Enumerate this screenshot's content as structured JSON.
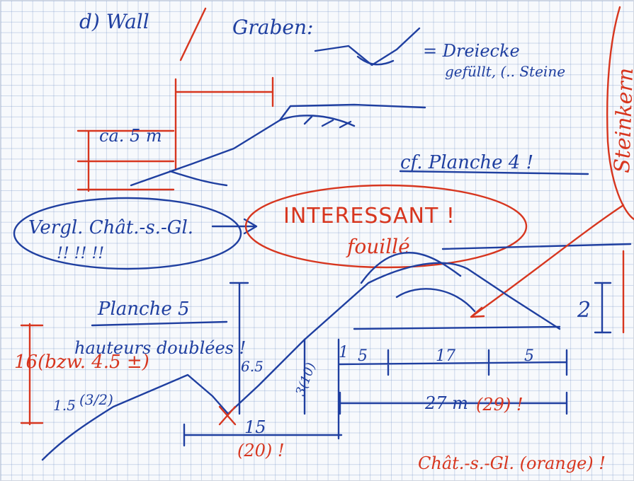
{
  "notes": {
    "wall": "d) Wall",
    "graben": "Graben:",
    "dreiecke": "= Dreiecke",
    "gefuellt": "gefüllt, (.. Steine",
    "ca5m": "ca. 5 m",
    "planche4": "cf. Planche 4 !",
    "vergl": "Vergl. Chât.-s.-Gl.",
    "excl": "!!  !!  !!",
    "interessant": "INTERESSANT !",
    "fouille": "fouillé",
    "planche5": "Planche 5",
    "hauteurs": "hauteurs doublées !",
    "h16": "16(bzw. 4.5 ±)",
    "h15": "1.5",
    "h32": "(3/2)",
    "h65": "6.5",
    "h3": "3(10)",
    "d1": "1",
    "d5a": "5",
    "d17": "17",
    "d5b": "5",
    "d2": "2",
    "d27": "27 m",
    "d29": "(29) !",
    "d15": "15",
    "d20": "(20) !",
    "chat": "Chât.-s.-Gl. (orange) !",
    "steinkern": "Steinkern"
  },
  "colors": {
    "ink_blue": "#1f3fa0",
    "ink_red": "#d7361f",
    "grid": "#a9bad6"
  }
}
